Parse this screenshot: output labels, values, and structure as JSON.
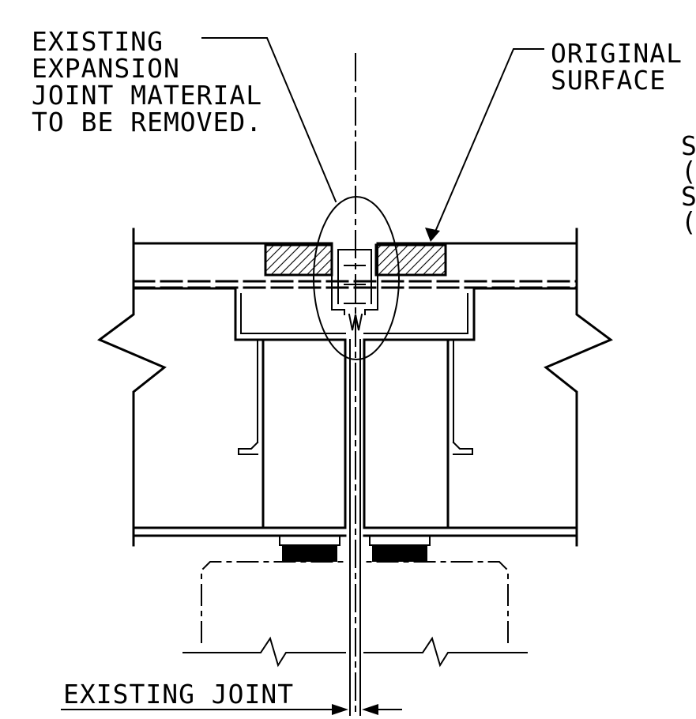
{
  "labels": {
    "existing_material": [
      "EXISTING",
      "EXPANSION",
      "JOINT MATERIAL",
      "TO BE REMOVED."
    ],
    "original_surface": [
      "ORIGINAL",
      "SURFACE"
    ],
    "existing_joint": "EXISTING JOINT",
    "cutoff_note": [
      "S",
      "(S",
      "S",
      "("
    ]
  }
}
